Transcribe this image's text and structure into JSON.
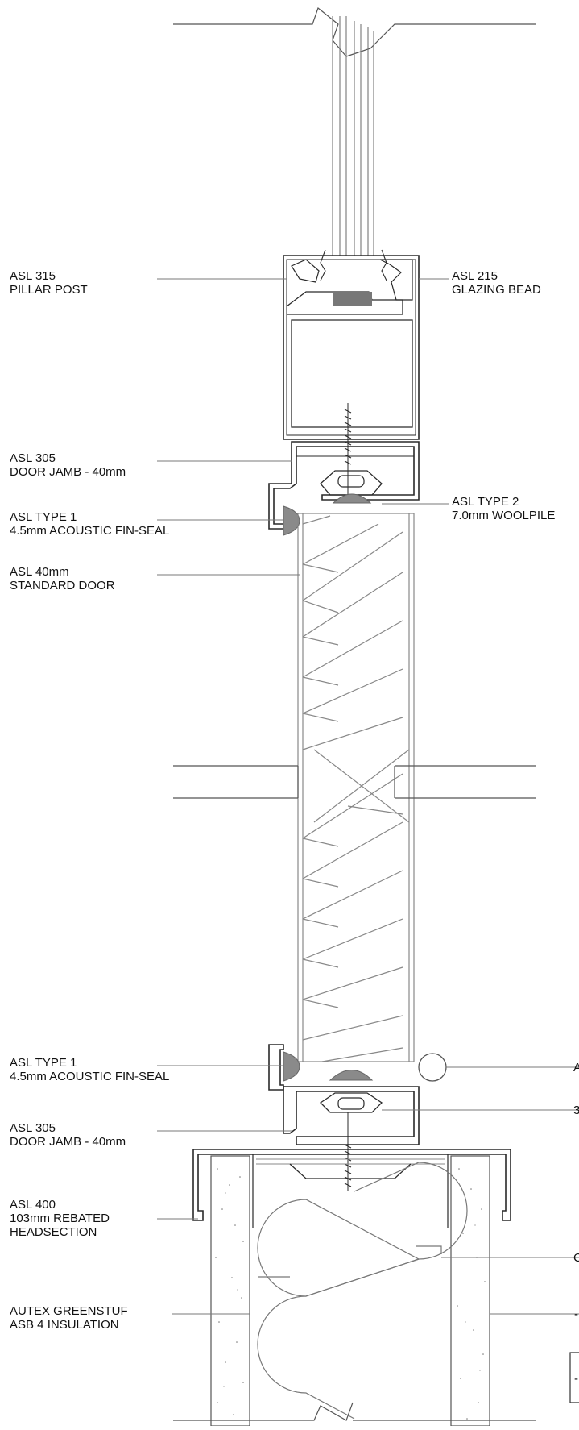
{
  "labels": {
    "pillar_post": [
      "ASL 315",
      "PILLAR POST"
    ],
    "glazing_bead": [
      "ASL 215",
      "GLAZING BEAD"
    ],
    "door_jamb_top": [
      "ASL 305",
      "DOOR JAMB - 40mm"
    ],
    "fin_seal_top": [
      "ASL TYPE 1",
      "4.5mm ACOUSTIC FIN-SEAL"
    ],
    "woolpile": [
      "ASL TYPE 2",
      "7.0mm WOOLPILE"
    ],
    "standard_door": [
      "ASL 40mm",
      "STANDARD DOOR"
    ],
    "fin_seal_bottom": [
      "ASL TYPE 1",
      "4.5mm ACOUSTIC FIN-SEAL"
    ],
    "door_jamb_bottom": [
      "ASL 305",
      "DOOR JAMB - 40mm"
    ],
    "headsection": [
      "ASL 400",
      "103mm REBATED",
      "HEADSECTION"
    ],
    "insulation": [
      "AUTEX GREENSTUF",
      "ASB 4 INSULATION"
    ]
  },
  "truncated_marks": [
    "A",
    "3",
    "C",
    "-",
    "-"
  ],
  "colors": {
    "line": "#2a2a2a",
    "leader": "#7a7a7a",
    "light": "#9a9a9a",
    "seal": "#8a8a8a"
  }
}
